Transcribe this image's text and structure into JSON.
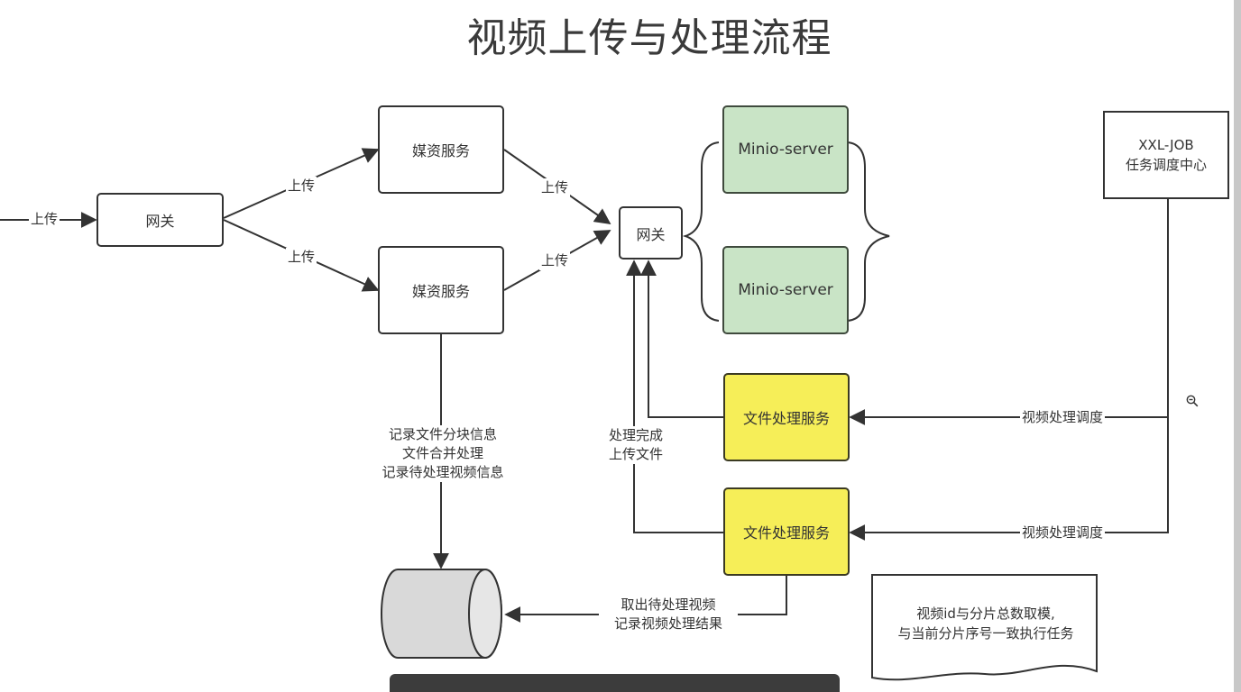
{
  "title": "视频上传与处理流程",
  "nodes": {
    "gateway_left": "网关",
    "media_service_top": "媒资服务",
    "media_service_bottom": "媒资服务",
    "gateway_mid": "网关",
    "minio_top": "Minio-server",
    "minio_bottom": "Minio-server",
    "xxl_job_line1": "XXL-JOB",
    "xxl_job_line2": "任务调度中心",
    "file_process_top": "文件处理服务",
    "file_process_bottom": "文件处理服务"
  },
  "edges": {
    "upload_in": "上传",
    "upload_to_media_top": "上传",
    "upload_to_media_bottom": "上传",
    "media_top_upload": "上传",
    "media_bottom_upload": "上传",
    "media_process_lines": [
      "记录文件分块信息",
      "文件合并处理",
      "记录待处理视频信息"
    ],
    "process_done_lines": [
      "处理完成",
      "上传文件"
    ],
    "schedule_top": "视频处理调度",
    "schedule_bottom": "视频处理调度",
    "db_lines": [
      "取出待处理视频",
      "记录视频处理结果"
    ]
  },
  "note": {
    "lines": [
      "视频id与分片总数取模,",
      "与当前分片序号一致执行任务"
    ]
  },
  "colors": {
    "minio_fill": "#c9e4c6",
    "process_fill": "#f6ee58",
    "database_fill": "#d9d9d9",
    "line": "#333333"
  },
  "icons": {
    "zoom": "zoom-out-icon"
  }
}
